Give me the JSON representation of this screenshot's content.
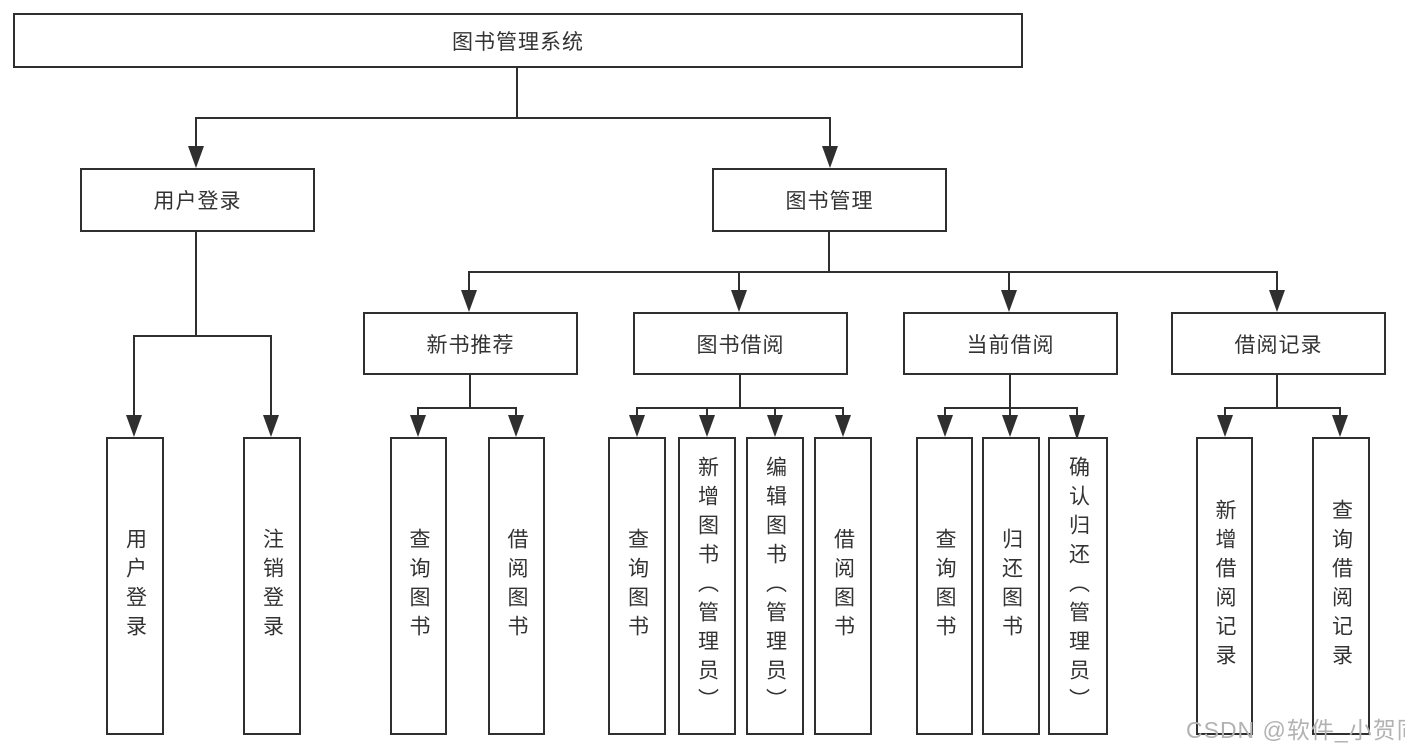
{
  "diagram": {
    "root": "图书管理系统",
    "level2": [
      "用户登录",
      "图书管理"
    ],
    "level3": [
      "新书推荐",
      "图书借阅",
      "当前借阅",
      "借阅记录"
    ],
    "leaves_user_login": [
      "用户登录",
      "注销登录"
    ],
    "leaves_new_books": [
      "查询图书",
      "借阅图书"
    ],
    "leaves_book_borrow": [
      "查询图书",
      "新增图书（管理员）",
      "编辑图书（管理员）",
      "借阅图书"
    ],
    "leaves_current_borrow": [
      "查询图书",
      "归还图书",
      "确认归还（管理员）"
    ],
    "leaves_records": [
      "新增借阅记录",
      "查询借阅记录"
    ]
  },
  "watermark": "CSDN @软件_小贺同学",
  "colors": {
    "line": "#2f2f2f",
    "text": "#333333",
    "background": "#ffffff",
    "watermark": "#b2b2b2"
  }
}
